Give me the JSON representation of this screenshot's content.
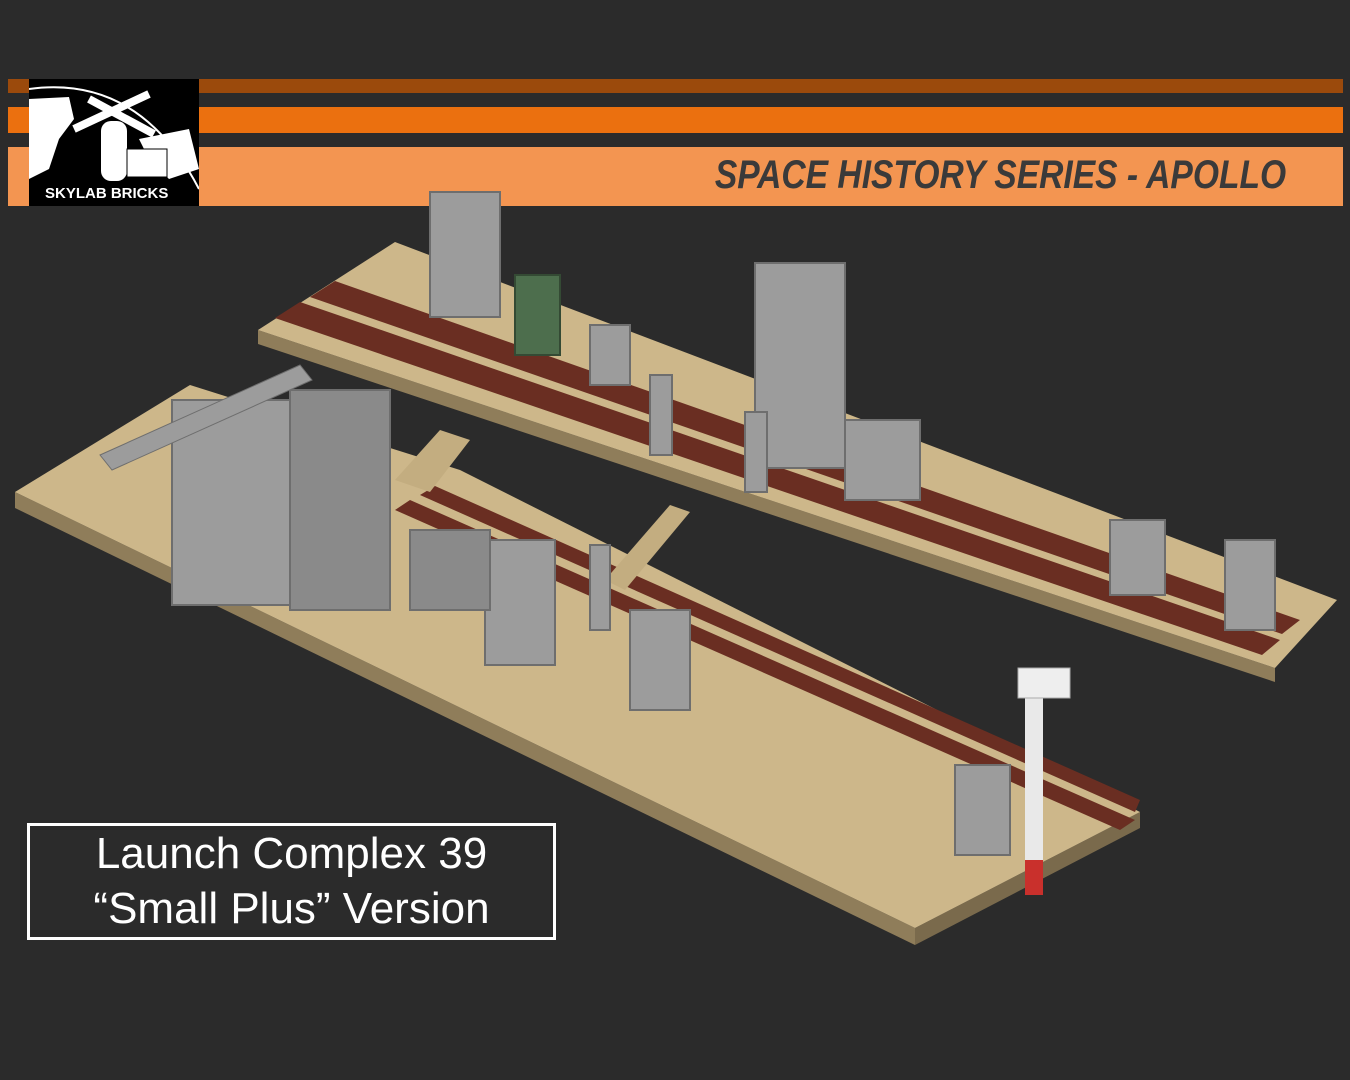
{
  "banner": {
    "title": "SPACE HISTORY SERIES - APOLLO",
    "colors": {
      "stripe_dark": "#9b4a0c",
      "stripe_mid": "#eb700f",
      "stripe_light": "#f39551",
      "title_text": "#3a3a3a"
    }
  },
  "logo": {
    "text": "SKYLAB BRICKS",
    "icon": "skylab-station-over-earth-icon"
  },
  "caption": {
    "line1": "Launch Complex 39",
    "line2": "“Small Plus” Version"
  },
  "model": {
    "description_icon": "lego-launch-complex-render",
    "colors": {
      "baseplate": "#cdb78a",
      "track": "#6a2e22",
      "structure": "#9a9a9a"
    }
  }
}
